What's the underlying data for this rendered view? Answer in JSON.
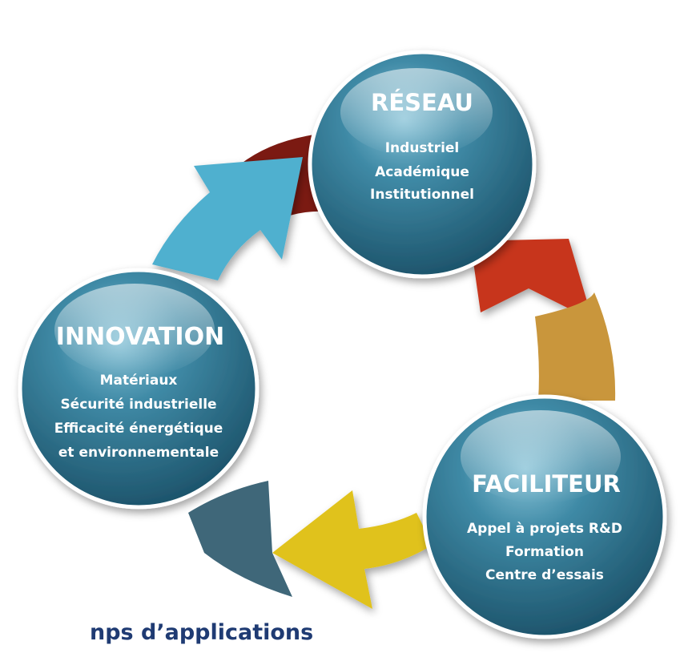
{
  "nodes": {
    "reseau": {
      "title": "RÉSEAU",
      "items": [
        "Industriel",
        "Académique",
        "Institutionnel"
      ]
    },
    "innovation": {
      "title": "INNOVATION",
      "items": [
        "Matériaux",
        "Sécurité industrielle",
        "Efficacité énergétique",
        "et environnementale"
      ]
    },
    "faciliteur": {
      "title": "FACILITEUR",
      "items": [
        "Appel à projets R&D",
        "Formation",
        "Centre d’essais"
      ]
    }
  },
  "caption": "nps d’applications",
  "colors": {
    "circle_dark": "#1e5a72",
    "circle_mid": "#3f8aa6",
    "circle_light": "#9fd0e0",
    "arrow_dark_red": "#7b1a12",
    "arrow_red": "#c7361c",
    "arrow_ochre": "#c9963c",
    "arrow_yellow": "#e0c21a",
    "arrow_slate": "#3f6779",
    "arrow_sky": "#4fb0cf",
    "caption": "#1f3b73"
  }
}
